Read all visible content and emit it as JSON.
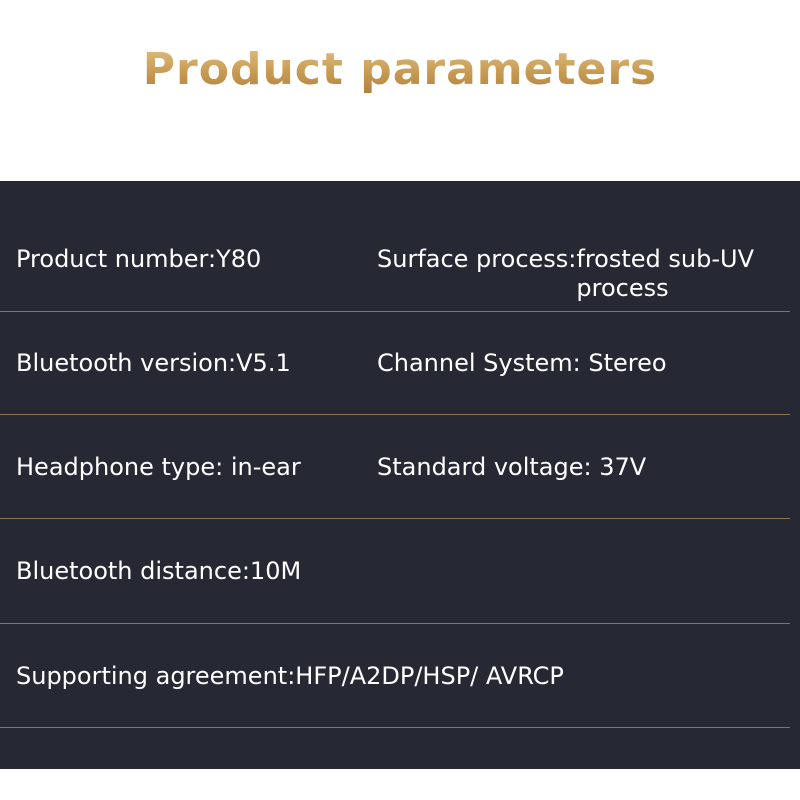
{
  "header": {
    "title": "Product parameters"
  },
  "parameters": {
    "product_number": "Product number:Y80",
    "surface_process_label": "Surface process: ",
    "surface_process_value": "frosted sub-UV process",
    "bluetooth_version": "Bluetooth version:V5.1",
    "channel_system": "Channel System: Stereo",
    "headphone_type": "Headphone type: in-ear",
    "standard_voltage": "Standard voltage: 37V",
    "bluetooth_distance": "Bluetooth distance:10M",
    "supporting_agreement": "Supporting agreement:HFP/A2DP/HSP/ AVRCP"
  },
  "colors": {
    "title_gold": "#c79a52",
    "panel_background": "#262833",
    "divider": "#8c7650",
    "text": "#ffffff"
  }
}
